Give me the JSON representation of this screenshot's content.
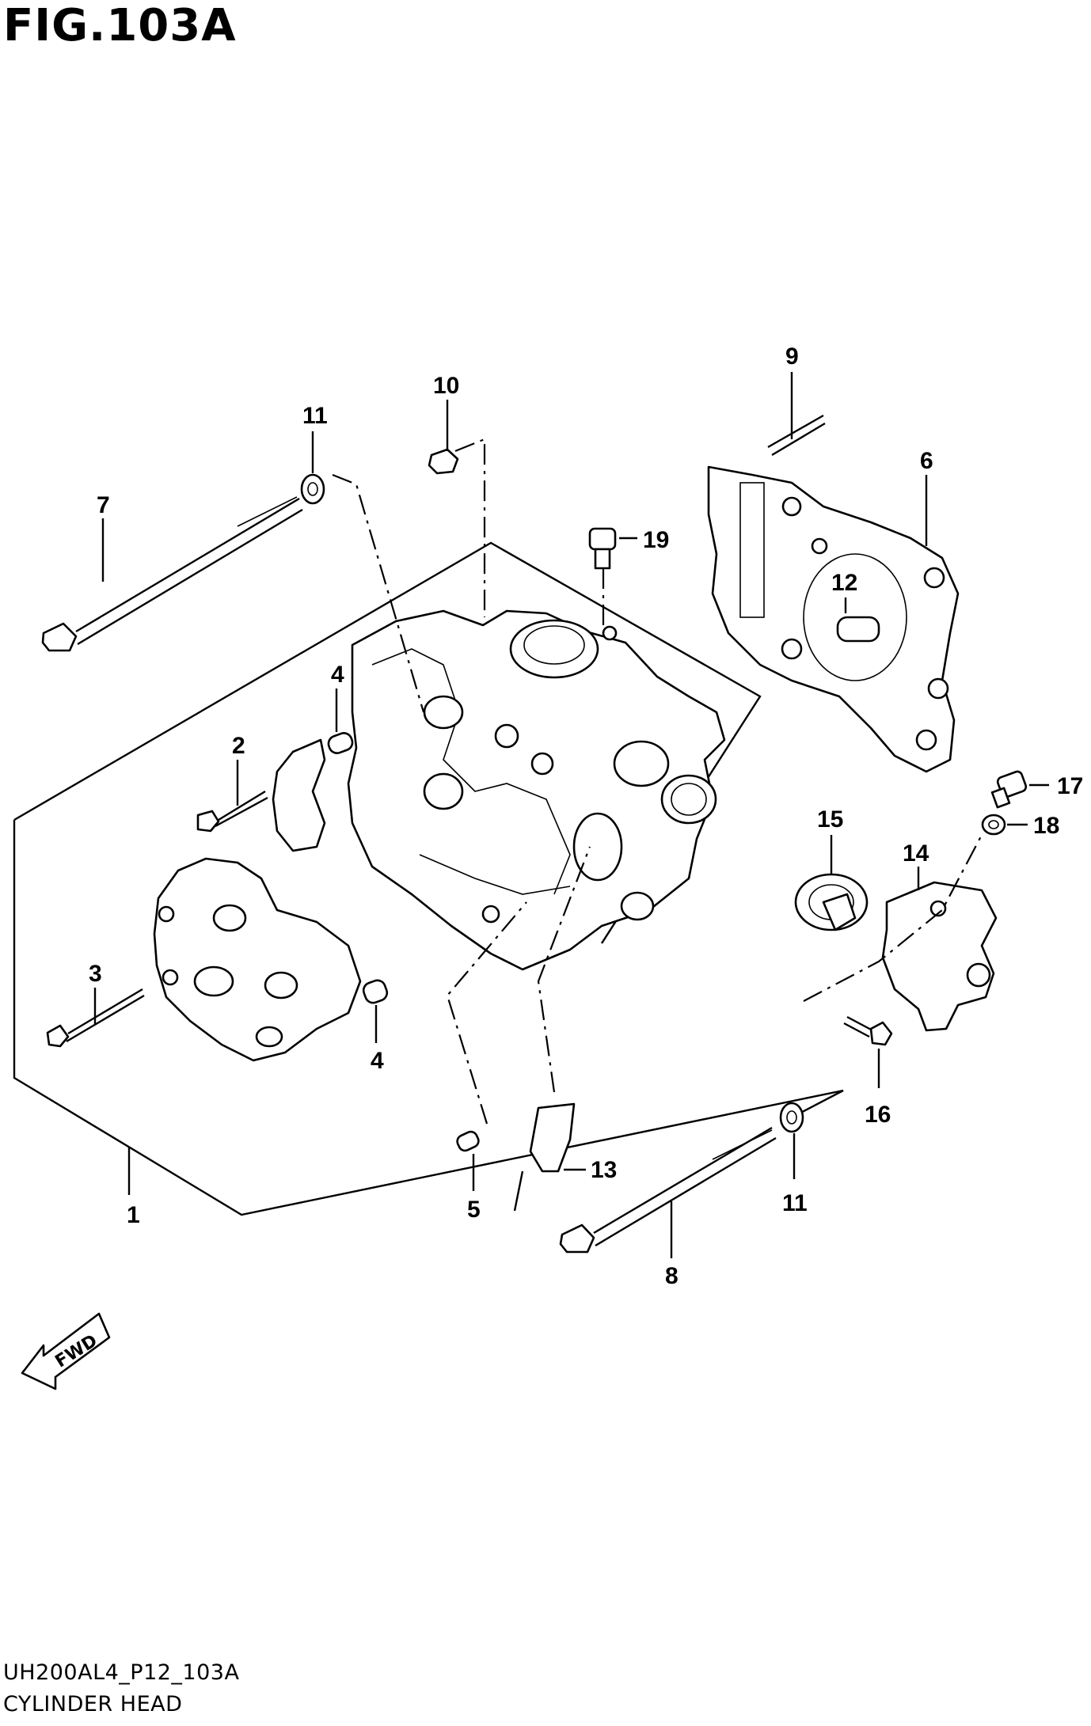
{
  "figure": {
    "title": "FIG.103A",
    "code": "UH200AL4_P12_103A",
    "caption": "CYLINDER HEAD",
    "fwd_label": "FWD"
  },
  "callouts": {
    "c1": "1",
    "c2": "2",
    "c3": "3",
    "c4a": "4",
    "c4b": "4",
    "c5": "5",
    "c6": "6",
    "c7": "7",
    "c8": "8",
    "c9": "9",
    "c10": "10",
    "c11a": "11",
    "c11b": "11",
    "c12": "12",
    "c13": "13",
    "c14": "14",
    "c15": "15",
    "c16": "16",
    "c17": "17",
    "c18": "18",
    "c19": "19"
  }
}
